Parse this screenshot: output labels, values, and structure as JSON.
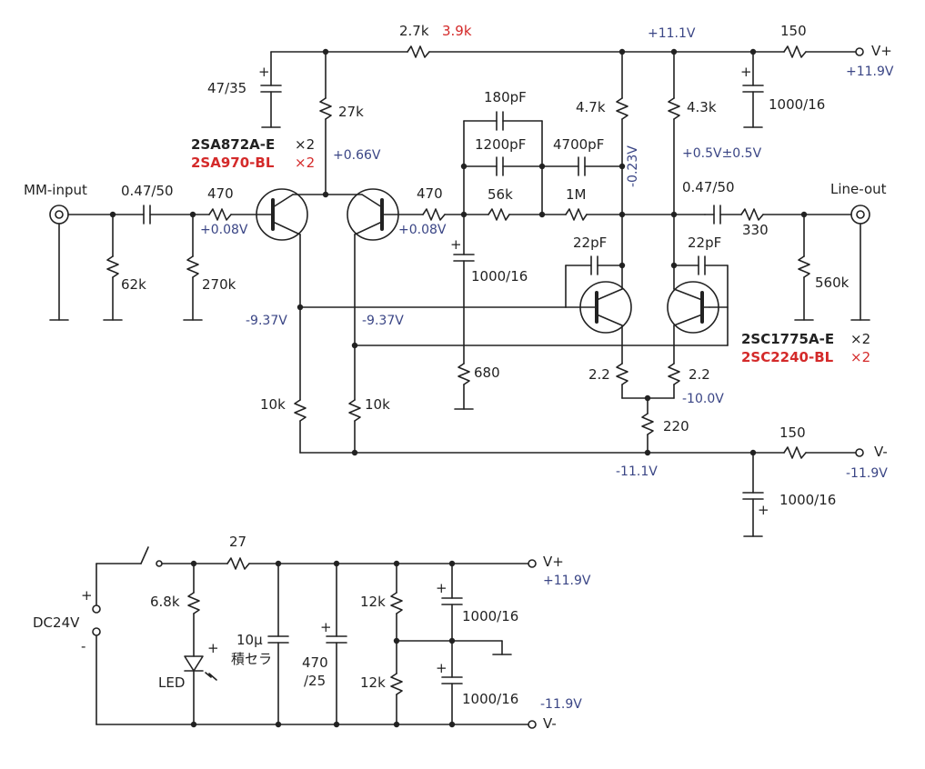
{
  "colors": {
    "wire": "#222222",
    "voltage": "#3a4585",
    "alt_part": "#d42a2a"
  },
  "labels": {
    "r_fb_top": "2.7k",
    "r_fb_top_alt": "3.9k",
    "rail_pos_mid": "+11.1V",
    "r_vplus": "150",
    "vplus": "V+",
    "vplus_v": "+11.9V",
    "c47": "47/35",
    "r27k": "27k",
    "v066": "+0.66V",
    "pnp_part": "2SA872A-E",
    "pnp_alt": "2SA970-BL",
    "x2": "×2",
    "r4k7": "4.7k",
    "r4k3": "4.3k",
    "c1000_top": "1000/16",
    "c180p": "180pF",
    "c1200p": "1200pF",
    "c4700p": "4700pF",
    "vm023": "-0.23V",
    "v05": "+0.5V±0.5V",
    "mm_input": "MM-input",
    "cin": "0.47/50",
    "rin": "470",
    "v008a": "+0.08V",
    "r470b": "470",
    "v008b": "+0.08V",
    "r56k": "56k",
    "r1m": "1M",
    "cout": "0.47/50",
    "line_out": "Line-out",
    "r330": "330",
    "r62k": "62k",
    "r270k": "270k",
    "c22pa": "22pF",
    "c22pb": "22pF",
    "c1000_fb": "1000/16",
    "r560k": "560k",
    "vm937a": "-9.37V",
    "vm937b": "-9.37V",
    "npn_part": "2SC1775A-E",
    "npn_alt": "2SC2240-BL",
    "r680": "680",
    "r22a": "2.2",
    "r22b": "2.2",
    "vm100": "-10.0V",
    "r10ka": "10k",
    "r10kb": "10k",
    "r220": "220",
    "r150b": "150",
    "vminus": "V-",
    "vminus_v": "-11.9V",
    "vm111": "-11.1V",
    "c1000_neg": "1000/16",
    "r27": "27",
    "psu_vplus": "V+",
    "psu_vplus_v": "+11.9V",
    "plus": "+",
    "minus": "-",
    "dc24v": "DC24V",
    "r6k8": "6.8k",
    "c10u": "10μ",
    "c10u_type": "積セラ",
    "c470_a": "470",
    "c470_b": "/25",
    "r12ka": "12k",
    "r12kb": "12k",
    "c1000_pa": "1000/16",
    "c1000_pb": "1000/16",
    "led": "LED",
    "psu_vminus_v": "-11.9V",
    "psu_vminus": "V-"
  }
}
